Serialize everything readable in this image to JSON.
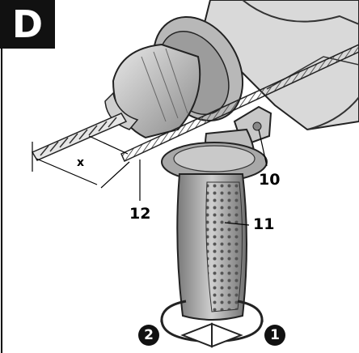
{
  "figure": {
    "panel_letter": "D",
    "dimension_label": "x",
    "callouts": {
      "depth_stop": "12",
      "clamp_screw": "10",
      "handle": "11"
    },
    "steps": {
      "tighten": "2",
      "loosen": "1"
    }
  }
}
